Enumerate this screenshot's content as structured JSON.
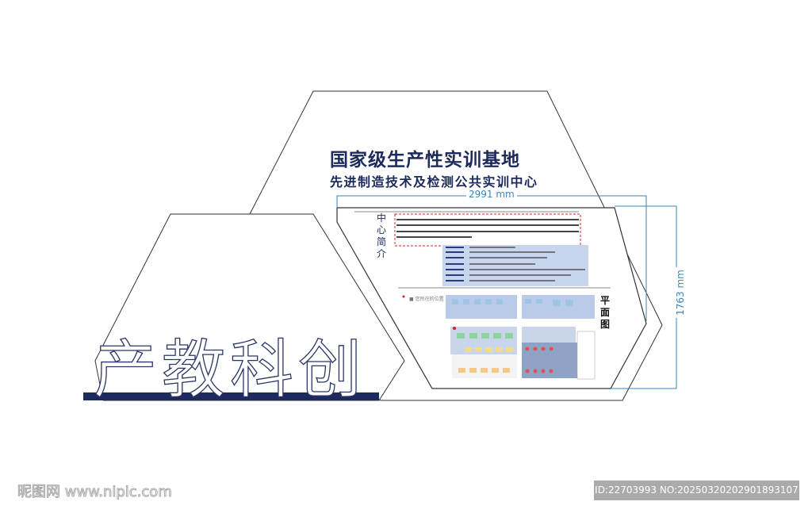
{
  "header": {
    "title": "国家级生产性实训基地",
    "subtitle": "先进制造技术及检测公共实训中心"
  },
  "dimensions": {
    "width_label": "2991 mm",
    "height_label": "1763 mm"
  },
  "panel": {
    "intro_label": "中心简介",
    "floorplan_label": "平面图",
    "legend_label": "■ 您所在的位置"
  },
  "slogan": "产教科创",
  "watermark": {
    "site": "昵图网 www.nipic.com",
    "id": "ID:22703993 NO:20250320202901893107"
  },
  "colors": {
    "navy": "#1d2a5c",
    "dimension": "#3a86b5",
    "plan_blue": "#b9cbe8",
    "red": "#d42020"
  }
}
